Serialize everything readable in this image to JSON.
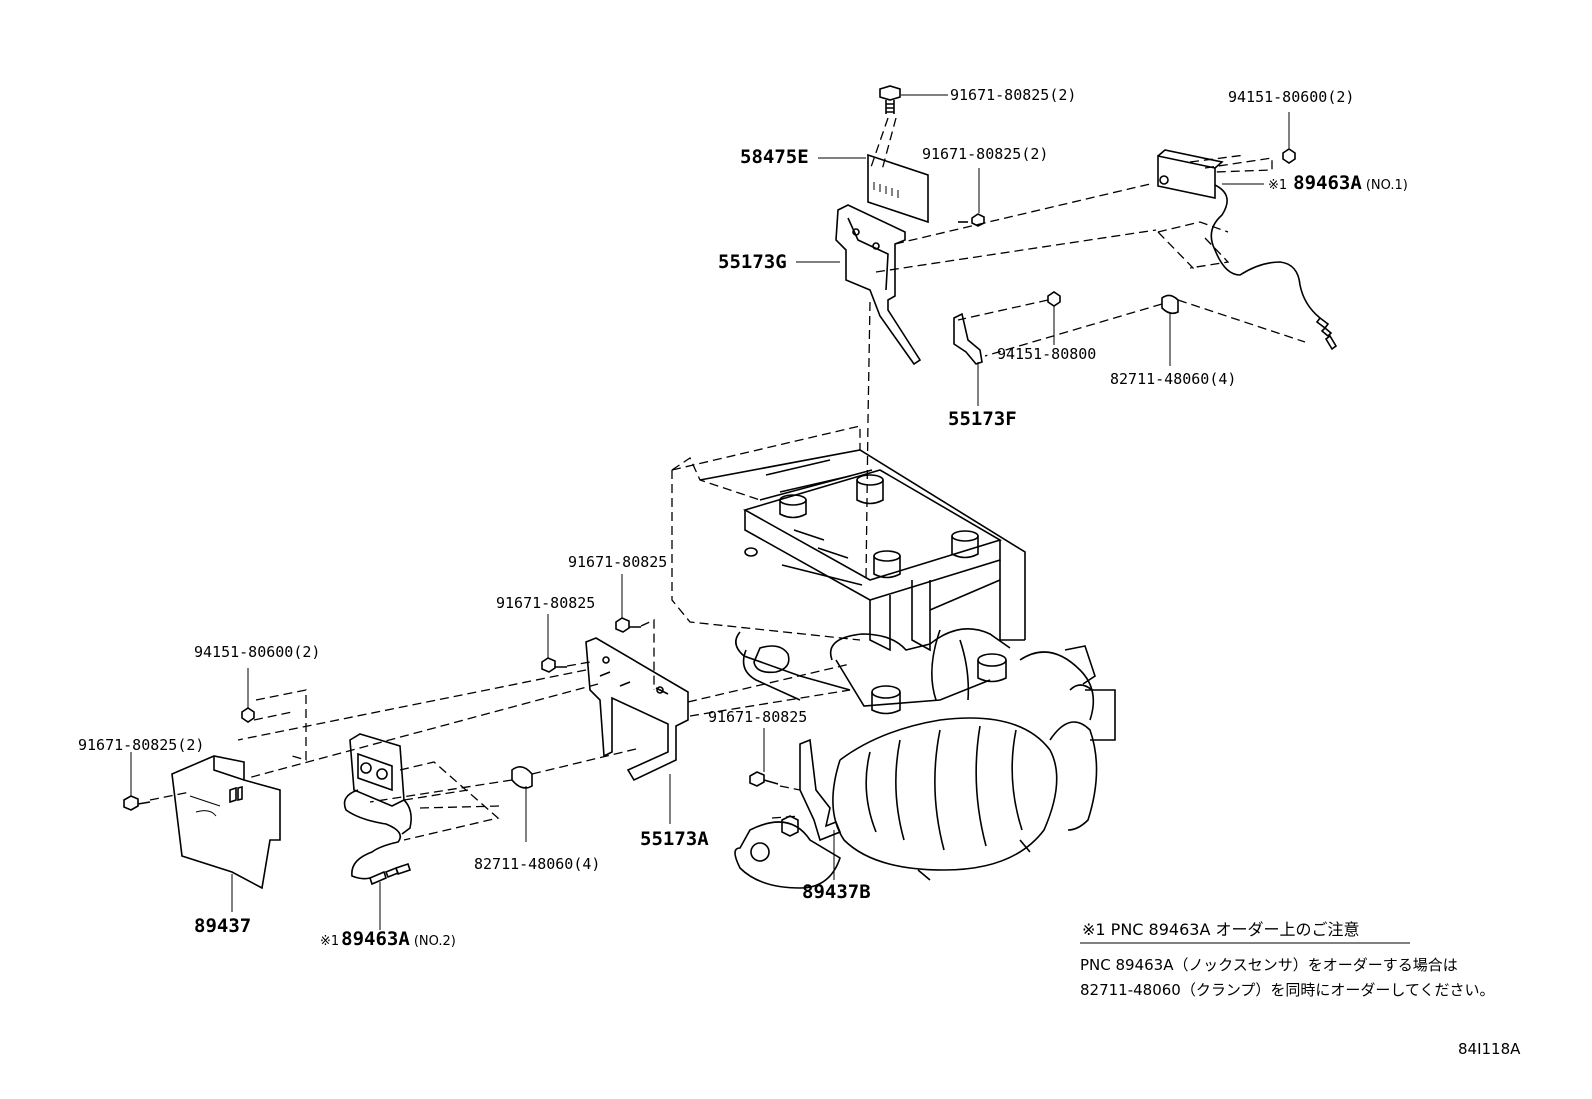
{
  "parts": {
    "bolt_top": "91671-80825(2)",
    "bracket_58475e": "58475E",
    "bolt_mid": "91671-80825(2)",
    "nut_right": "94151-80600(2)",
    "sensor_no1_mark": "※1",
    "sensor_no1_code": "89463A",
    "sensor_no1_suffix": "(NO.1)",
    "bracket_55173g": "55173G",
    "nut_94151_80800": "94151-80800",
    "clamp_right": "82711-48060(4)",
    "bracket_55173f": "55173F",
    "bolt_left_a": "91671-80825",
    "bolt_left_b": "91671-80825",
    "nut_left": "94151-80600(2)",
    "bolt_center": "91671-80825",
    "bolt_far_left": "91671-80825(2)",
    "bracket_55173a": "55173A",
    "clamp_left": "82711-48060(4)",
    "cover_89437": "89437",
    "sensor_no2_mark": "※1",
    "sensor_no2_code": "89463A",
    "sensor_no2_suffix": "(NO.2)",
    "cover_89437b": "89437B"
  },
  "note": {
    "title": "※1  PNC 89463A オーダー上のご注意",
    "line1": "PNC 89463A（ノックスセンサ）をオーダーする場合は",
    "line2": "82711-48060（クランプ）を同時にオーダーしてください。"
  },
  "figure_code": "84I118A"
}
